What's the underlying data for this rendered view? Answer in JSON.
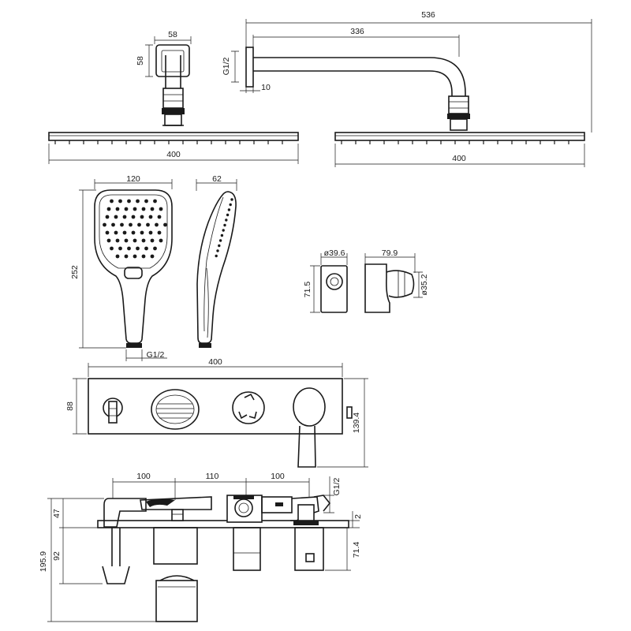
{
  "labels": {
    "overhead_width": "536",
    "arm_length": "336",
    "wall_flange_width": "58",
    "wall_flange_height": "58",
    "inlet_thread_arm": "G1/2",
    "flange_depth": "10",
    "head_width_front": "400",
    "head_width_side": "400",
    "hand_width": "120",
    "hand_depth": "62",
    "hand_length": "252",
    "hand_thread": "G1/2",
    "outlet_diameter": "ø39.6",
    "outlet_height": "71.5",
    "holder_width": "79.9",
    "holder_diameter": "ø35.2",
    "panel_width": "400",
    "panel_height": "88",
    "panel_overall_height": "139.4",
    "spacing_1": "100",
    "spacing_2": "110",
    "spacing_3": "100",
    "body_thread": "G1/2",
    "above_wall": "47",
    "total_depth": "195.9",
    "below_wall": "92",
    "plate_thickness": "2",
    "cartridge_depth": "71.4"
  }
}
